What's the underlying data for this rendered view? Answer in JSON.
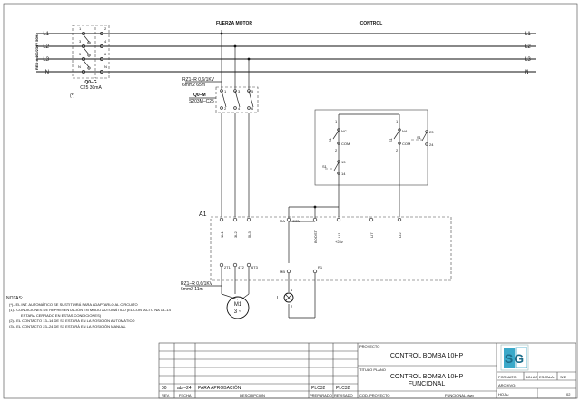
{
  "sections": {
    "power": "FUERZA MOTOR",
    "control": "CONTROL"
  },
  "lines": {
    "left": [
      "L1",
      "L2",
      "L3",
      "N"
    ],
    "right": [
      "L1",
      "L2",
      "L3",
      "N"
    ]
  },
  "supply": {
    "label": "RED ≠ 400/230V 50Hz"
  },
  "breaker_main": {
    "tag": "Q0–G",
    "rating": "C25 30mA",
    "note": "(*)"
  },
  "breaker_main_terminals": [
    "1",
    "2",
    "3",
    "4",
    "5",
    "6",
    "N",
    "N"
  ],
  "cable_in": {
    "type": "RZ1–R 0,6/1KV",
    "section": "6mm2 65m"
  },
  "breaker_motor": {
    "tag": "Q0–M",
    "model": "S203M–C25"
  },
  "breaker_motor_terminals": [
    "1",
    "3",
    "5",
    "2",
    "4",
    "6"
  ],
  "switch": {
    "contact_a": {
      "tag": "S1",
      "nc": "NC",
      "com": "COM"
    },
    "contact_b": {
      "tag": "S1",
      "no": "NA",
      "com": "COM"
    },
    "contact_c": {
      "tag": "S1",
      "t1": "13",
      "t2": "14"
    },
    "contact_d": {
      "tag": "S1",
      "t1": "23",
      "t2": "24"
    },
    "terminals_a": [
      "1",
      "2"
    ],
    "terminals_b": [
      "1",
      "2"
    ]
  },
  "plc_panel": {
    "tag": "A1",
    "top_terminals": [
      "1L1",
      "3L2",
      "5L3",
      "MA",
      "COM",
      "BOOST",
      "LI1",
      "LI7",
      "LI2"
    ],
    "plus24": "+24v",
    "bottom_terminals": [
      "2T1",
      "4T2",
      "6T3",
      "MB",
      "R1"
    ]
  },
  "cable_out": {
    "type": "RZ1–R 0,6/1KV",
    "section": "6mm2 11m"
  },
  "motor": {
    "tag": "M1",
    "phases": "3 ~"
  },
  "lamp": {
    "tag": "L",
    "t1": "1",
    "t2": "2"
  },
  "notes": {
    "title": "NOTAS:",
    "items": [
      "(*)– EL INT. AUTOMÁTICO SE SUSTITUIRÁ PARA ADAPTARLO AL CIRCUITO",
      "(1)– CONDICIONES DE REPRESENTACIÓN EN MODO AUTOMÁTICO (EL CONTACTO NA 13–14",
      "ESTARÁ CERRADO EN ESTAS CONDICIONES)",
      "(2)– EL CONTACTO 13–14 DE S1 ESTARÁ EN LA POSICIÓN AUTOMÁTICO",
      "(3)– EL CONTACTO 23–24 DE S1 ESTARÁ EN LA POSICIÓN MANUAL"
    ]
  },
  "title_block": {
    "project_label": "PROYECTO",
    "project": "CONTROL BOMBA 10HP",
    "plan_label": "TÍTULO PLANO",
    "plan_line1": "CONTROL BOMBA 10HP",
    "plan_line2": "FUNCIONAL",
    "logo": "SG",
    "rev_row": {
      "rev": "00",
      "date": "abr–24",
      "desc": "PARA APROBACIÓN",
      "prep": "PLC32",
      "rev_by": "PLC32"
    },
    "headers": {
      "rev": "REV.",
      "date": "FECHA",
      "desc": "DESCRIPCIÓN",
      "prep": "PREPARADO",
      "rev_by": "REVISADO",
      "code": "COD. PROYECTO"
    },
    "file": "FUNCIONAL.dwg",
    "format_label": "FORMATO:",
    "format": "DIN A3",
    "scale_label": "ESCALA:",
    "scale": "S/E",
    "archive_label": "ARCHIVO:",
    "sheet_label": "HOJA:",
    "sheet": "02"
  }
}
